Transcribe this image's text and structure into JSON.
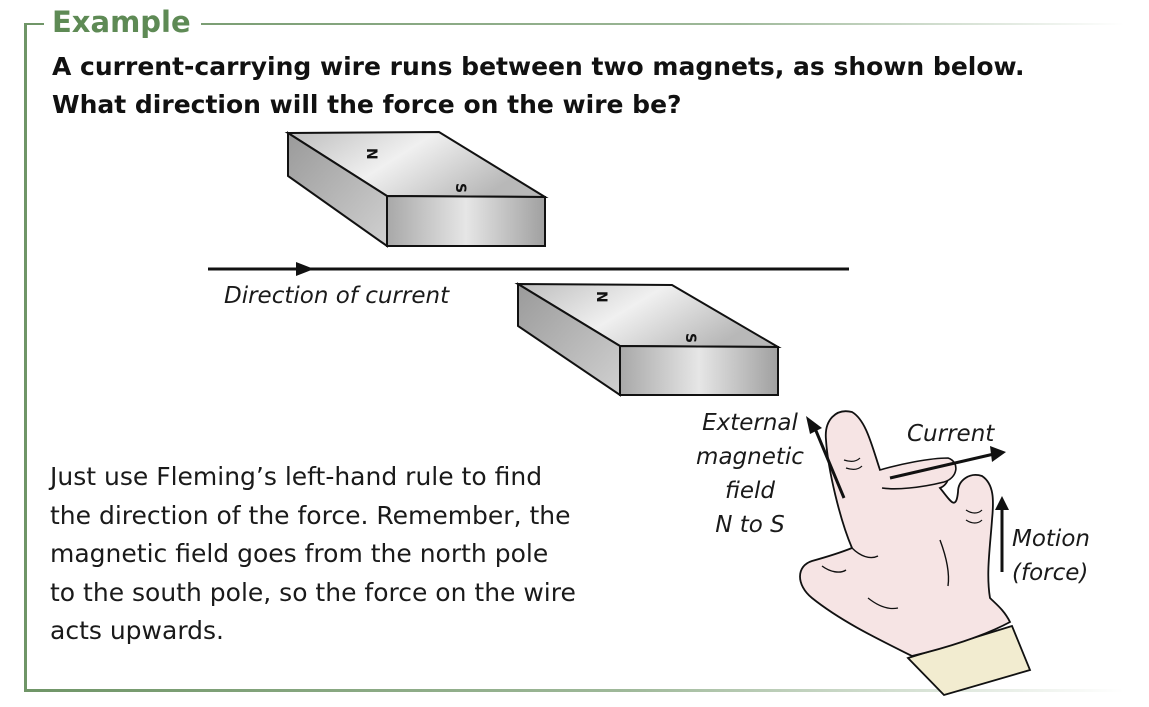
{
  "example": {
    "heading": "Example",
    "question_lines": [
      "A current-carrying wire runs between two magnets, as shown below.",
      "What direction will the force on the wire be?"
    ]
  },
  "diagram": {
    "magnet_top": {
      "pole_top": "N",
      "pole_front": "S"
    },
    "magnet_bottom": {
      "pole_top": "N",
      "pole_front": "S"
    },
    "current_label": "Direction of current"
  },
  "hand_rule": {
    "field_label_lines": [
      "External",
      "magnetic",
      "field",
      "N to S"
    ],
    "current_label": "Current",
    "motion_label_lines": [
      "Motion",
      "(force)"
    ]
  },
  "explanation_lines": [
    "Just use Fleming’s left-hand rule to find",
    "the direction of the force.  Remember, the",
    "magnetic field goes from the north pole",
    "to the south pole, so the force on the wire",
    "acts upwards."
  ],
  "colors": {
    "frame": "#6f9567",
    "heading": "#5e8a55",
    "skin": "#f6e4e4",
    "cuff": "#f2ecd0"
  }
}
